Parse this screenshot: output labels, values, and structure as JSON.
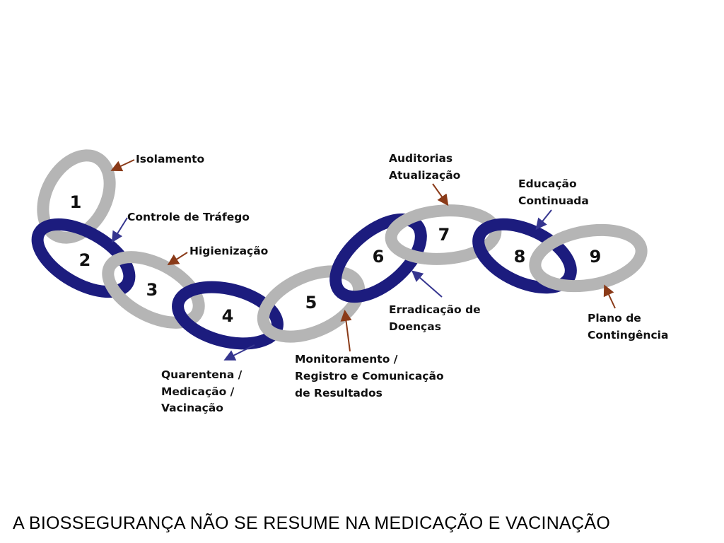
{
  "diagram": {
    "links": [
      "1",
      "2",
      "3",
      "4",
      "5",
      "6",
      "7",
      "8",
      "9"
    ],
    "labels": {
      "isolamento": "Isolamento",
      "controle": "Controle de Tráfego",
      "higienizacao": "Higienização",
      "quarentena": [
        "Quarentena /",
        "Medicação /",
        "Vacinação"
      ],
      "monitoramento": [
        "Monitoramento /",
        "Registro e Comunicação",
        "de Resultados"
      ],
      "auditorias": [
        "Auditorias",
        "Atualização"
      ],
      "erradicacao": [
        "Erradicação de",
        "Doenças"
      ],
      "educacao": [
        "Educação",
        "Continuada"
      ],
      "plano": [
        "Plano de",
        "Contingência"
      ]
    },
    "colors": {
      "gray": "#b5b5b5",
      "navy": "#1c1c7e",
      "brown_arrow": "#8a3a18",
      "blue_arrow": "#35358f"
    }
  },
  "footer": "A BIOSSEGURANÇA NÃO SE RESUME NA MEDICAÇÃO E VACINAÇÃO"
}
